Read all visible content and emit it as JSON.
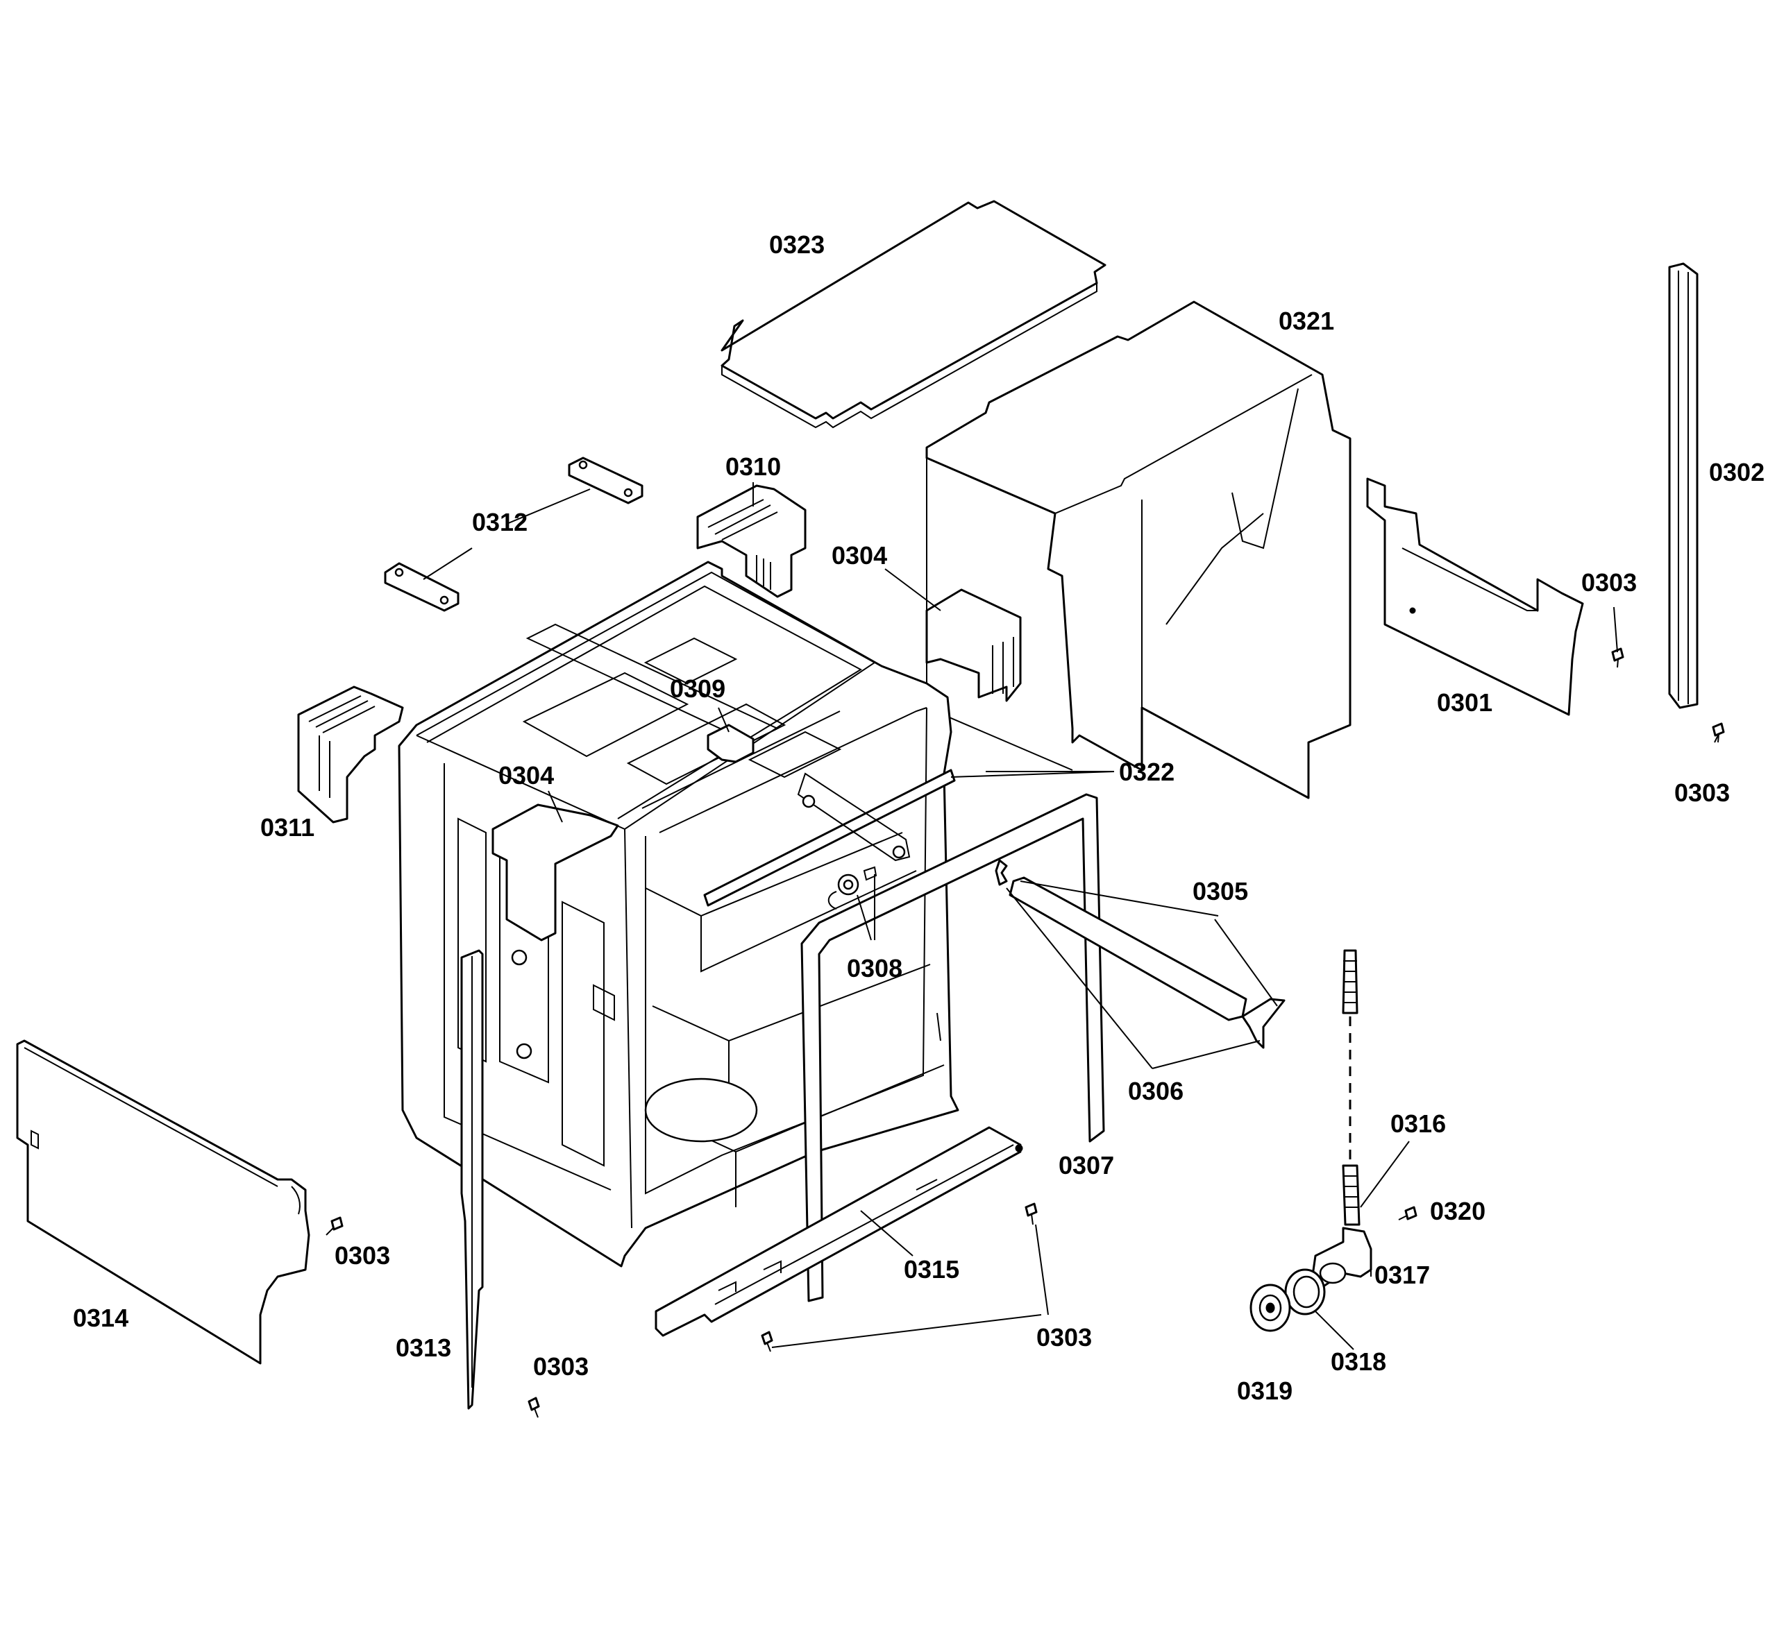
{
  "diagram": {
    "labels": [
      {
        "id": "0323",
        "text": "0323"
      },
      {
        "id": "0321",
        "text": "0321"
      },
      {
        "id": "0302",
        "text": "0302"
      },
      {
        "id": "0310",
        "text": "0310"
      },
      {
        "id": "0312",
        "text": "0312"
      },
      {
        "id": "0304a",
        "text": "0304"
      },
      {
        "id": "0304b",
        "text": "0304"
      },
      {
        "id": "0303a",
        "text": "0303"
      },
      {
        "id": "0303b",
        "text": "0303"
      },
      {
        "id": "0303c",
        "text": "0303"
      },
      {
        "id": "0303d",
        "text": "0303"
      },
      {
        "id": "0303e",
        "text": "0303"
      },
      {
        "id": "0301",
        "text": "0301"
      },
      {
        "id": "0309",
        "text": "0309"
      },
      {
        "id": "0311",
        "text": "0311"
      },
      {
        "id": "0322",
        "text": "0322"
      },
      {
        "id": "0305",
        "text": "0305"
      },
      {
        "id": "0308",
        "text": "0308"
      },
      {
        "id": "0306",
        "text": "0306"
      },
      {
        "id": "0307",
        "text": "0307"
      },
      {
        "id": "0316",
        "text": "0316"
      },
      {
        "id": "0320",
        "text": "0320"
      },
      {
        "id": "0317",
        "text": "0317"
      },
      {
        "id": "0318",
        "text": "0318"
      },
      {
        "id": "0319",
        "text": "0319"
      },
      {
        "id": "0314",
        "text": "0314"
      },
      {
        "id": "0315",
        "text": "0315"
      },
      {
        "id": "0313",
        "text": "0313"
      }
    ]
  }
}
